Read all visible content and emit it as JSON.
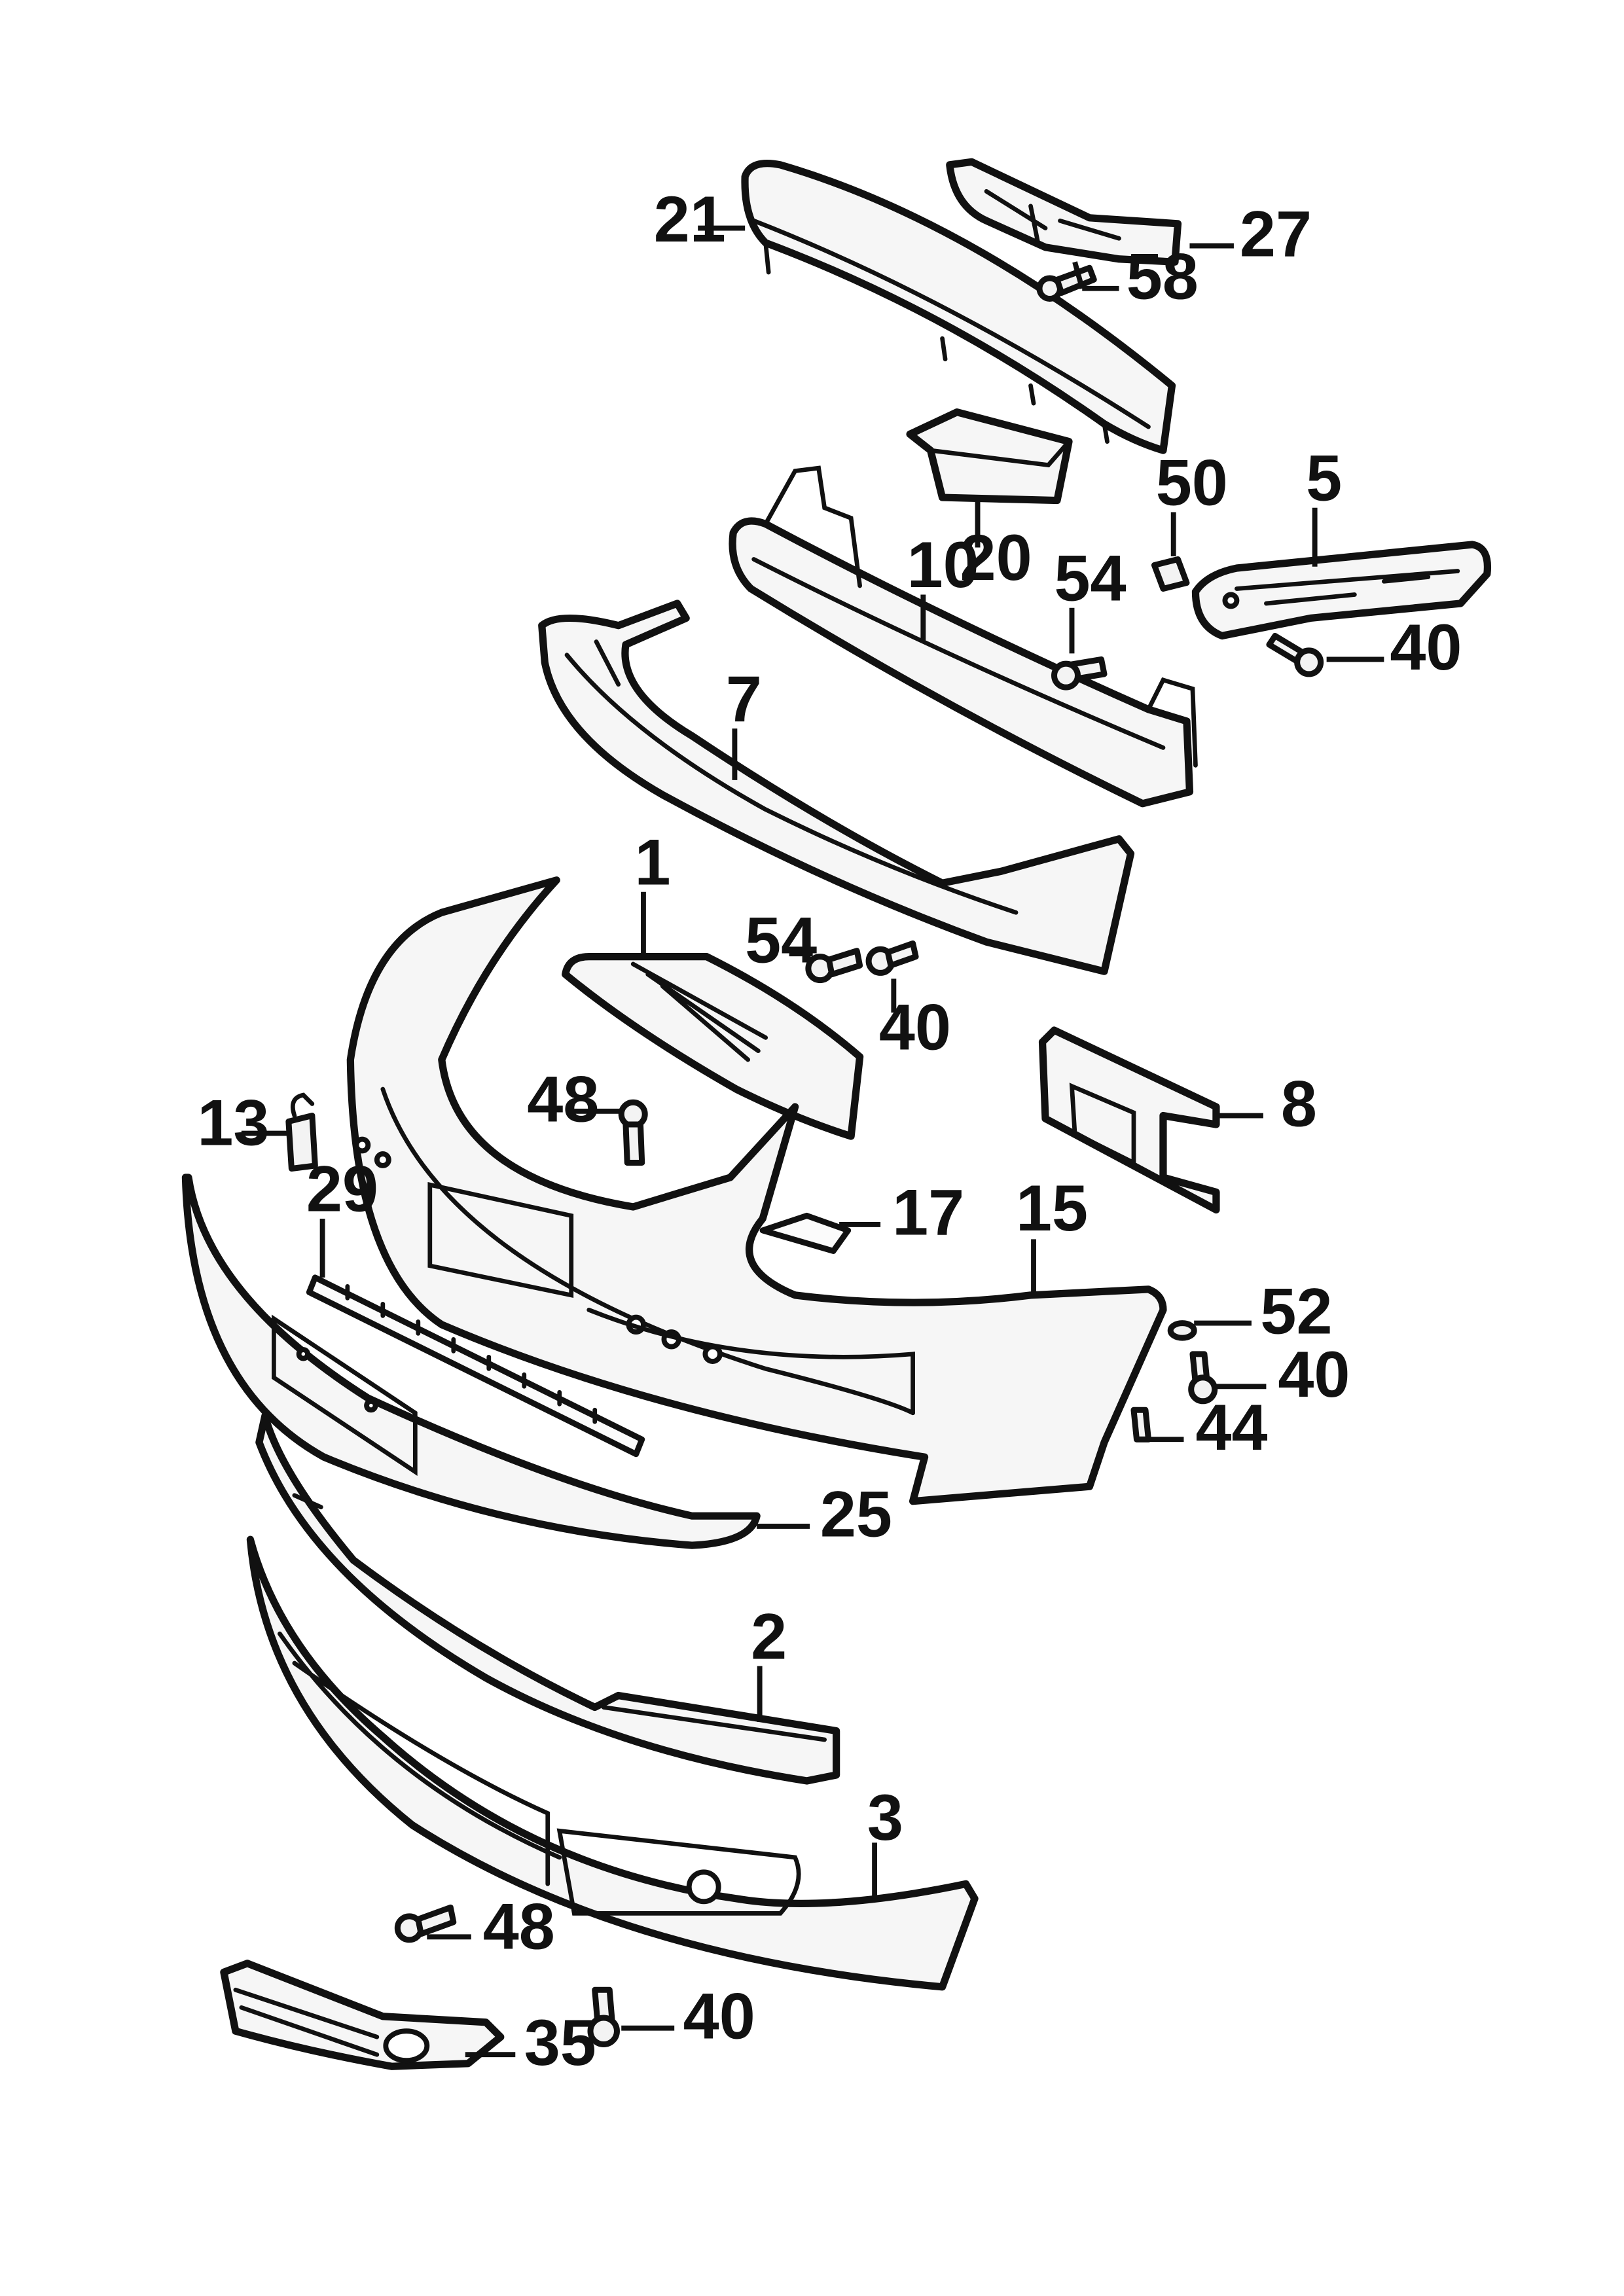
{
  "callouts": [
    {
      "id": "c21",
      "label": "21"
    },
    {
      "id": "c27",
      "label": "27"
    },
    {
      "id": "c58",
      "label": "58"
    },
    {
      "id": "c50",
      "label": "50"
    },
    {
      "id": "c5",
      "label": "5"
    },
    {
      "id": "c20",
      "label": "20"
    },
    {
      "id": "c10",
      "label": "10"
    },
    {
      "id": "c54a",
      "label": "54"
    },
    {
      "id": "c40a",
      "label": "40"
    },
    {
      "id": "c7",
      "label": "7"
    },
    {
      "id": "c1",
      "label": "1"
    },
    {
      "id": "c54b",
      "label": "54"
    },
    {
      "id": "c40b",
      "label": "40"
    },
    {
      "id": "c48a",
      "label": "48"
    },
    {
      "id": "c13",
      "label": "13"
    },
    {
      "id": "c8",
      "label": "8"
    },
    {
      "id": "c29",
      "label": "29"
    },
    {
      "id": "c17",
      "label": "17"
    },
    {
      "id": "c15",
      "label": "15"
    },
    {
      "id": "c52",
      "label": "52"
    },
    {
      "id": "c40c",
      "label": "40"
    },
    {
      "id": "c44",
      "label": "44"
    },
    {
      "id": "c25",
      "label": "25"
    },
    {
      "id": "c2",
      "label": "2"
    },
    {
      "id": "c3",
      "label": "3"
    },
    {
      "id": "c48b",
      "label": "48"
    },
    {
      "id": "c40d",
      "label": "40"
    },
    {
      "id": "c35",
      "label": "35"
    }
  ]
}
